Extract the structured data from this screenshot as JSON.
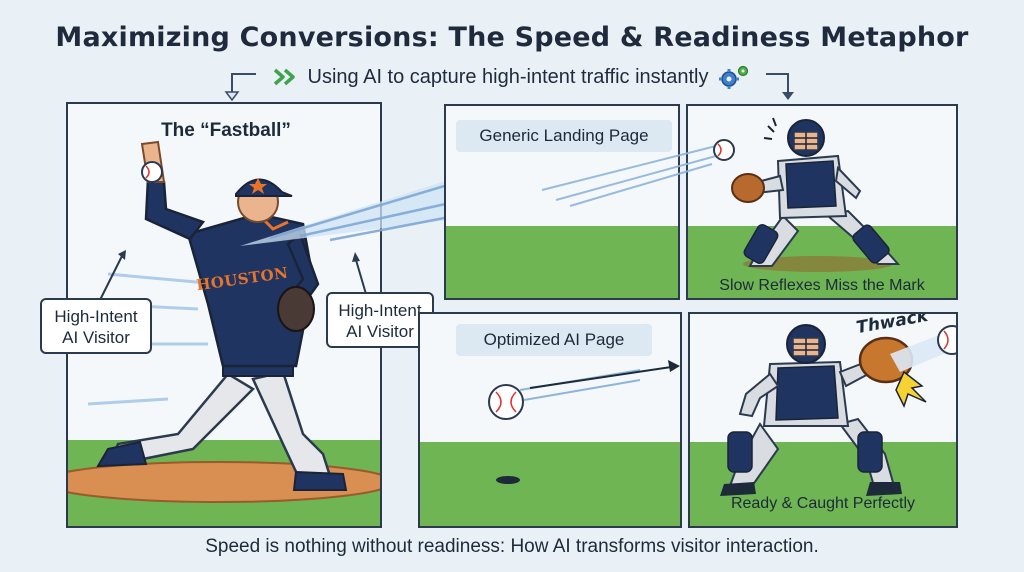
{
  "header": {
    "title": "Maximizing Conversions: The Speed & Readiness Metaphor",
    "subtitle": "Using AI to capture high-intent traffic instantly"
  },
  "left_panel": {
    "title": "The “Fastball”",
    "jersey_text": "HOUSTON",
    "visitor_label_left": "High-Intent AI Visitor",
    "visitor_label_right": "High-Intent AI Visitor"
  },
  "top_panels": {
    "label": "Generic Landing Page",
    "caption": "Slow Reflexes Miss the Mark"
  },
  "bottom_panels": {
    "label": "Optimized AI Page",
    "caption": "Ready & Caught Perfectly",
    "sound": "Thwack"
  },
  "footer": {
    "text": "Speed is nothing without readiness: How AI transforms visitor interaction."
  },
  "colors": {
    "navy": "#1f3461",
    "orange": "#e8742a",
    "grass": "#6fb553",
    "dirt": "#d98e52"
  }
}
